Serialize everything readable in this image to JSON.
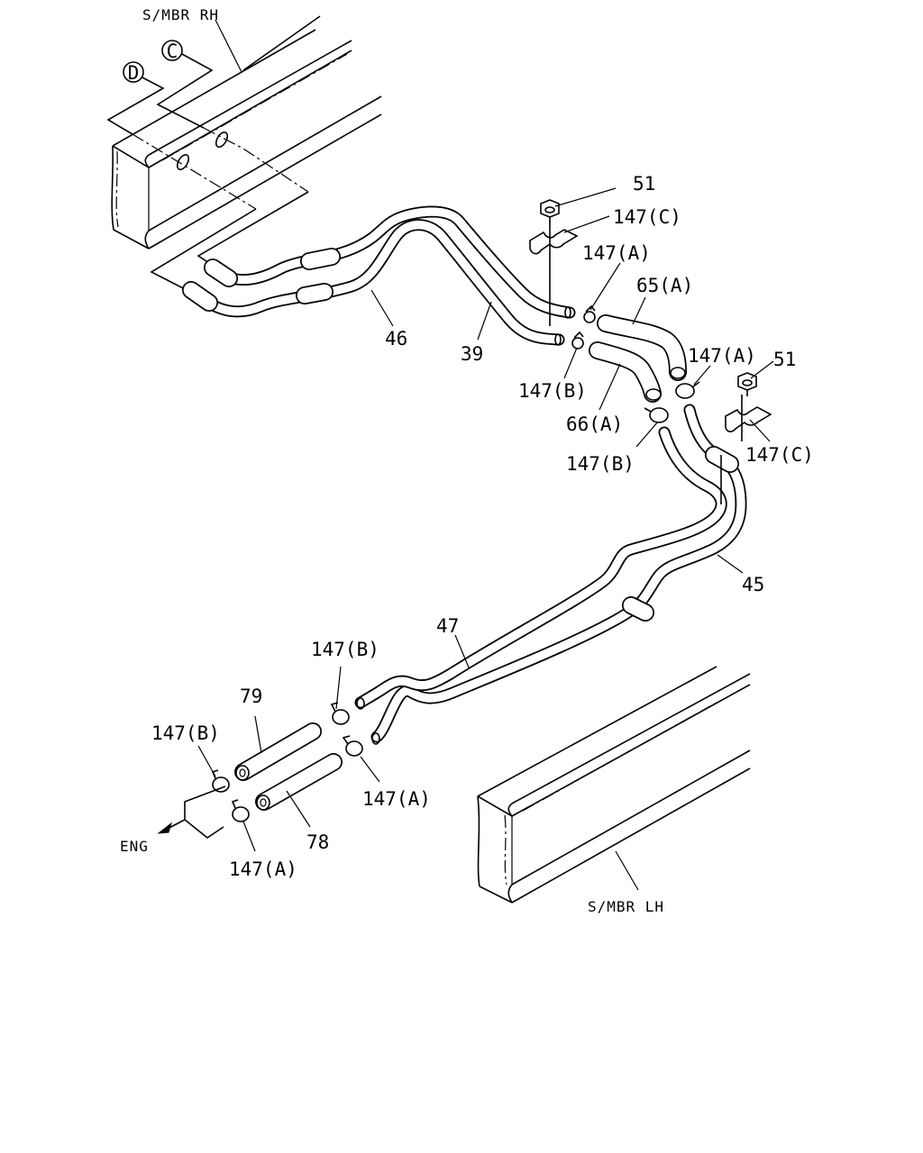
{
  "labels": {
    "smbr_rh": "S/MBR RH",
    "smbr_lh": "S/MBR LH",
    "eng": "ENG",
    "callout_c": "C",
    "callout_d": "D",
    "p51_top": "51",
    "p147c_top": "147(C)",
    "p147a_1": "147(A)",
    "p65a": "65(A)",
    "p147a_2": "147(A)",
    "p51_right": "51",
    "p46": "46",
    "p39": "39",
    "p147b_1": "147(B)",
    "p66a": "66(A)",
    "p147b_2": "147(B)",
    "p147c_right": "147(C)",
    "p45": "45",
    "p47": "47",
    "p147b_3": "147(B)",
    "p79": "79",
    "p147b_4": "147(B)",
    "p147a_3": "147(A)",
    "p78": "78",
    "p147a_4": "147(A)"
  }
}
